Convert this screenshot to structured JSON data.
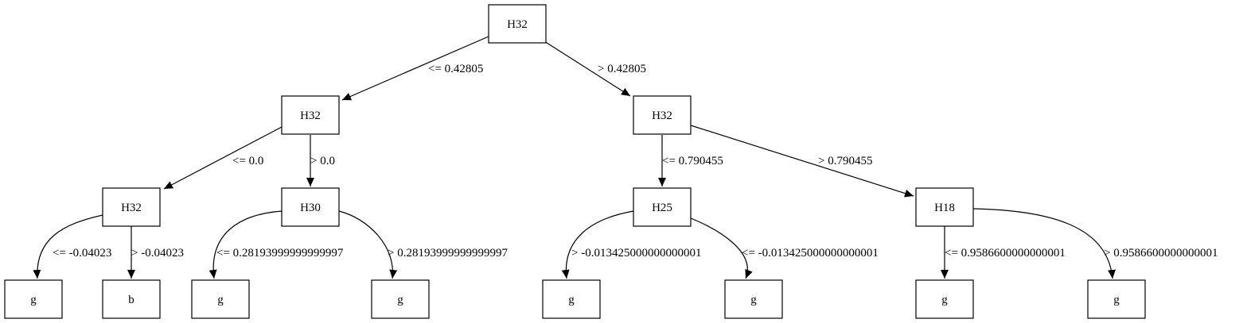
{
  "tree": {
    "nodes": [
      {
        "id": "n0",
        "label": "H32"
      },
      {
        "id": "n1",
        "label": "H32"
      },
      {
        "id": "n2",
        "label": "H32"
      },
      {
        "id": "n3",
        "label": "H32"
      },
      {
        "id": "n4",
        "label": "H30"
      },
      {
        "id": "n5",
        "label": "H25"
      },
      {
        "id": "n6",
        "label": "H18"
      },
      {
        "id": "n7",
        "label": "g"
      },
      {
        "id": "n8",
        "label": "b"
      },
      {
        "id": "n9",
        "label": "g"
      },
      {
        "id": "n10",
        "label": "g"
      },
      {
        "id": "n11",
        "label": "g"
      },
      {
        "id": "n12",
        "label": "g"
      },
      {
        "id": "n13",
        "label": "g"
      },
      {
        "id": "n14",
        "label": "g"
      }
    ],
    "edges": [
      {
        "from": "n0",
        "to": "n1",
        "label": "<= 0.42805"
      },
      {
        "from": "n0",
        "to": "n2",
        "label": "> 0.42805"
      },
      {
        "from": "n1",
        "to": "n3",
        "label": "<= 0.0"
      },
      {
        "from": "n1",
        "to": "n4",
        "label": "> 0.0"
      },
      {
        "from": "n2",
        "to": "n5",
        "label": "<= 0.790455"
      },
      {
        "from": "n2",
        "to": "n6",
        "label": "> 0.790455"
      },
      {
        "from": "n3",
        "to": "n7",
        "label": "<= -0.04023"
      },
      {
        "from": "n3",
        "to": "n8",
        "label": "> -0.04023"
      },
      {
        "from": "n4",
        "to": "n9",
        "label": "<= 0.28193999999999997"
      },
      {
        "from": "n4",
        "to": "n10",
        "label": "> 0.28193999999999997"
      },
      {
        "from": "n5",
        "to": "n11",
        "label": "> -0.013425000000000001"
      },
      {
        "from": "n5",
        "to": "n12",
        "label": "<= -0.013425000000000001"
      },
      {
        "from": "n6",
        "to": "n13",
        "label": "<= 0.9586600000000001"
      },
      {
        "from": "n6",
        "to": "n14",
        "label": "> 0.9586600000000001"
      }
    ]
  }
}
